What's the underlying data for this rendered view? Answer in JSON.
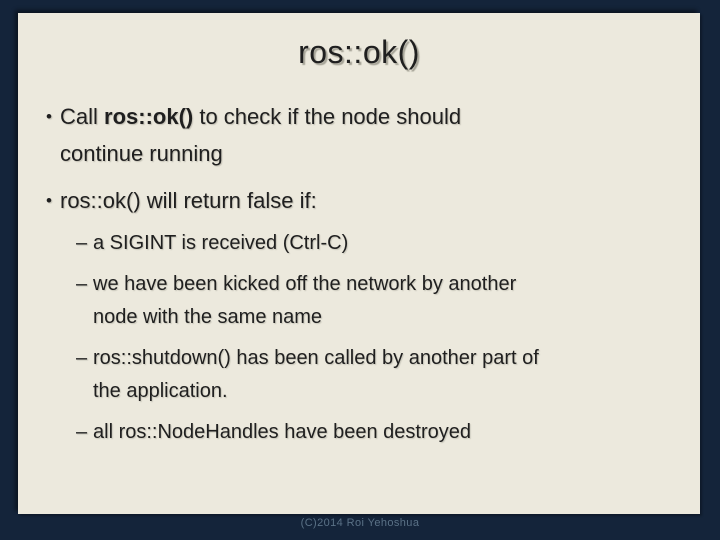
{
  "slide": {
    "title": "ros::ok()",
    "bullets": [
      {
        "marker": "•",
        "prefix": "Call ",
        "bold": "ros::ok()",
        "suffix": " to check if the node should\ncontinue running"
      },
      {
        "marker": "•",
        "text": "ros::ok() will return false if:"
      }
    ],
    "sub_bullets": [
      {
        "marker": "–",
        "text": "a SIGINT is received (Ctrl-C)"
      },
      {
        "marker": "–",
        "text": "we have been kicked off the network by another\nnode with the same name"
      },
      {
        "marker": "–",
        "text": "ros::shutdown() has been called by another part of\nthe application."
      },
      {
        "marker": "–",
        "text": "all ros::NodeHandles have been destroyed"
      }
    ],
    "footer": "(C)2014 Roi Yehoshua"
  },
  "colors": {
    "background": "#14243a",
    "slide_background": "#ece9dd",
    "text": "#1f1f1f",
    "footer_text": "#5a7186"
  }
}
